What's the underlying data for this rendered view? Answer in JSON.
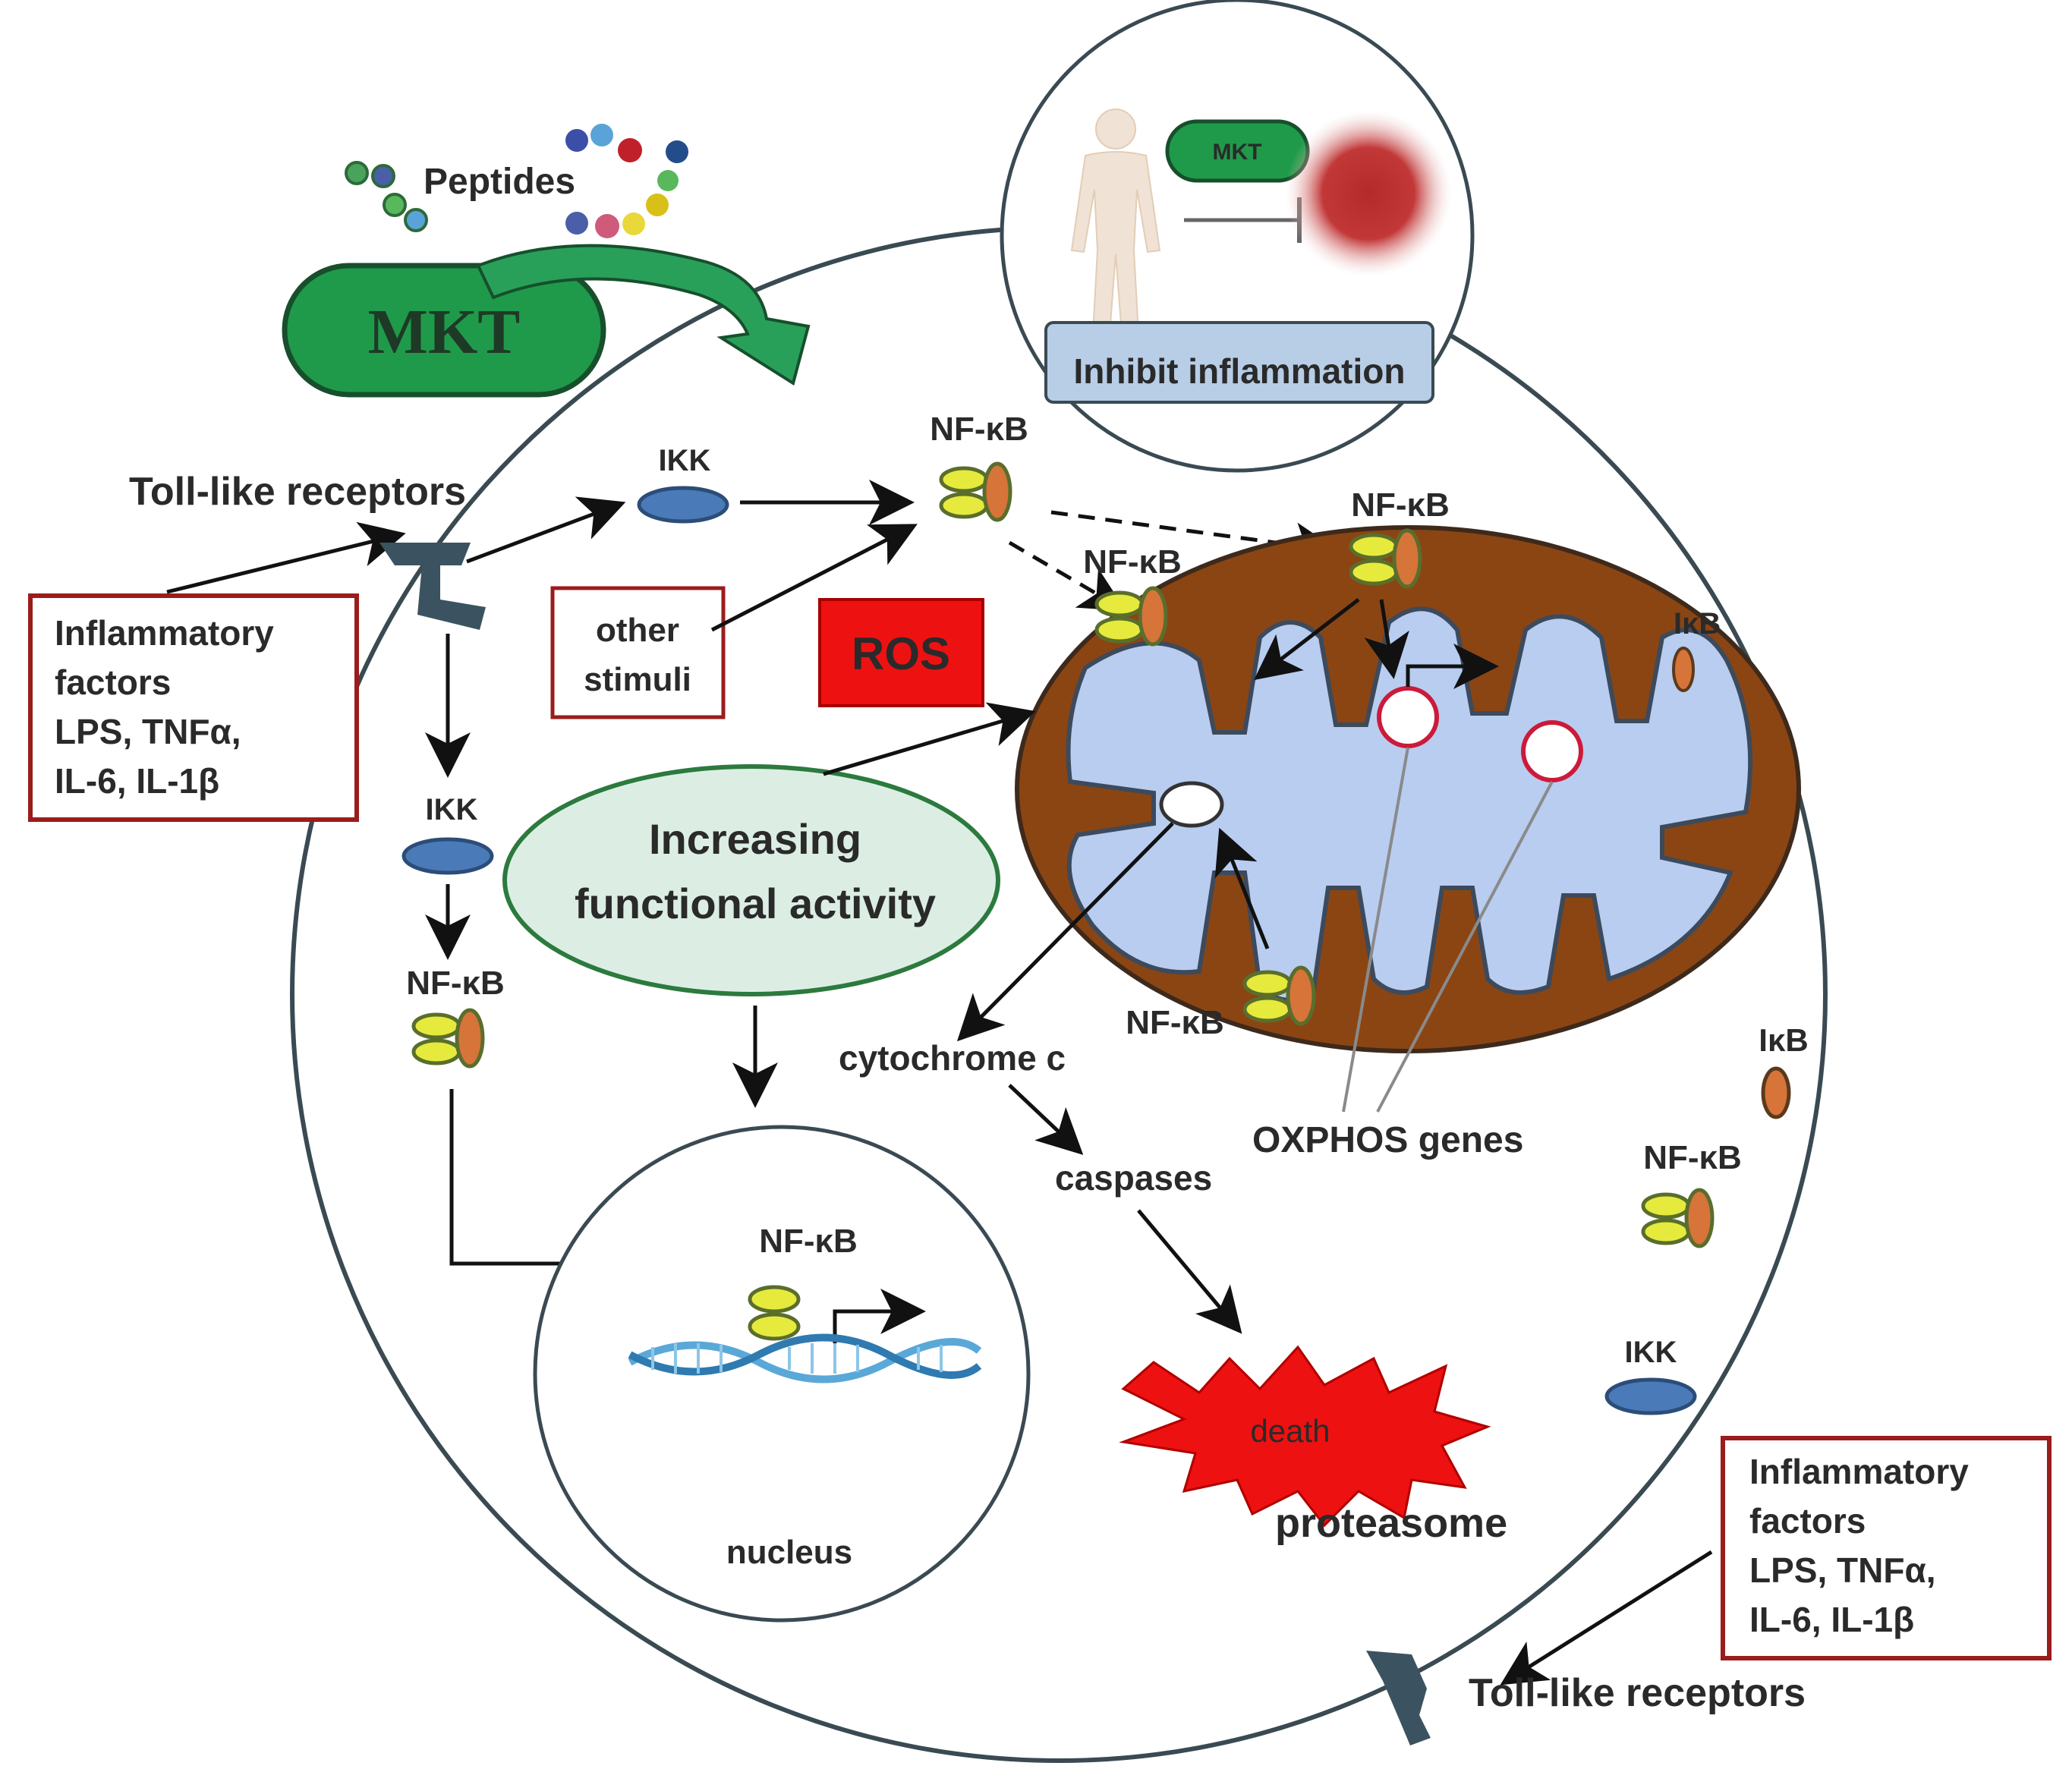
{
  "labels": {
    "peptides": "Peptides",
    "mkt_main": "MKT",
    "mkt_inset": "MKT",
    "inhibit_inflammation": "Inhibit inflammation",
    "tlr_top": "Toll-like receptors",
    "tlr_bottom": "Toll-like receptors",
    "ikk_top": "IKK",
    "ikk_left": "IKK",
    "ikk_right": "IKK",
    "nfkb_top": "NF-κB",
    "nfkb_mito_top": "NF-κB",
    "nfkb_mito_left": "NF-κB",
    "nfkb_mito_bottom": "NF-κB",
    "nfkb_left": "NF-κB",
    "nfkb_nucleus": "NF-κB",
    "nfkb_right": "NF-κB",
    "ikb_mito": "IκB",
    "ikb_right": "IκB",
    "other_stimuli_1": "other",
    "other_stimuli_2": "stimuli",
    "ros": "ROS",
    "increasing_1": "Increasing",
    "increasing_2": "functional activity",
    "cytochrome": "cytochrome c",
    "caspases": "caspases",
    "oxphos": "OXPHOS genes",
    "death": "death",
    "proteasome": "proteasome",
    "nucleus": "nucleus",
    "inflam_left": [
      "Inflammatory",
      "factors",
      "LPS, TNFα,",
      "IL-6, IL-1β"
    ],
    "inflam_right": [
      "Inflammatory",
      "factors",
      "LPS, TNFα,",
      "IL-6, IL-1β"
    ]
  },
  "colors": {
    "mkt_green": "#1f9a4a",
    "mito_brown": "#8b4513",
    "mito_inner": "#b8cdf0",
    "ros_red": "#ee1111",
    "box_border": "#9b1c1c",
    "ikk_blue": "#4a7ab8",
    "nfkb_yellow": "#e6ea3c",
    "nfkb_orange": "#d6743a",
    "inhibit_box": "#b8cde6",
    "ellipse_fill": "#dceee4",
    "receptor_grey": "#3b5360"
  },
  "icons": [
    "person-icon",
    "inflammation-blob-icon",
    "toll-like-receptor-icon",
    "dna-helix-icon",
    "death-starburst-icon",
    "peptide-bead-icon"
  ]
}
